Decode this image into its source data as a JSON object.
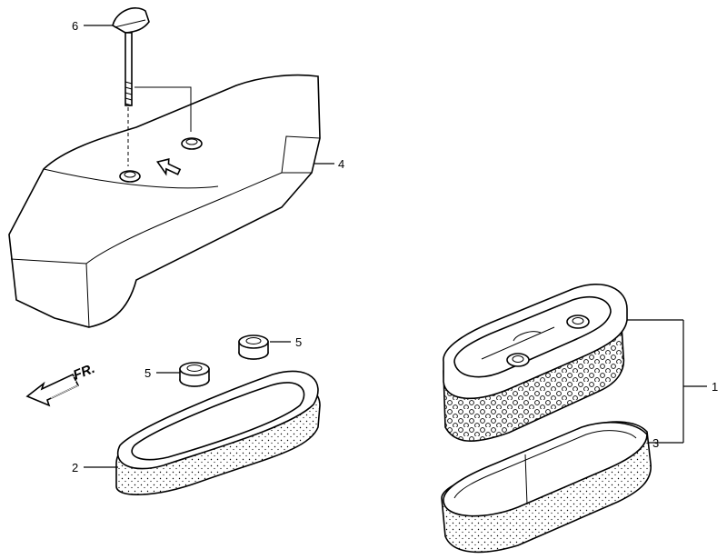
{
  "callouts": {
    "c1": "1",
    "c2": "2",
    "c3": "3",
    "c4": "4",
    "c5a": "5",
    "c5b": "5",
    "c6": "6"
  },
  "direction_label": "FR.",
  "icons": {
    "front_arrow": "arrow-left-icon"
  },
  "colors": {
    "line": "#000000",
    "background": "#ffffff"
  }
}
